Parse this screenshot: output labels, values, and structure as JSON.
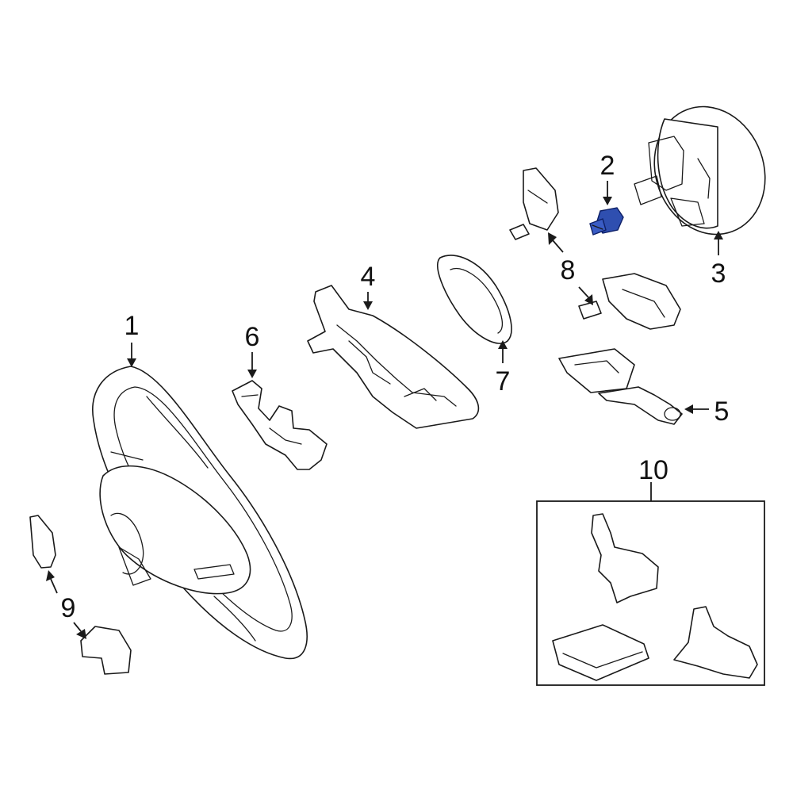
{
  "callouts": {
    "c1": "1",
    "c2": "2",
    "c3": "3",
    "c4": "4",
    "c5": "5",
    "c6": "6",
    "c7": "7",
    "c8": "8",
    "c9": "9",
    "c10": "10"
  },
  "colors": {
    "line": "#1a1a1a",
    "highlight_fill": "#2f4fb0",
    "highlight_stroke": "#0d1f66",
    "background": "#ffffff"
  }
}
